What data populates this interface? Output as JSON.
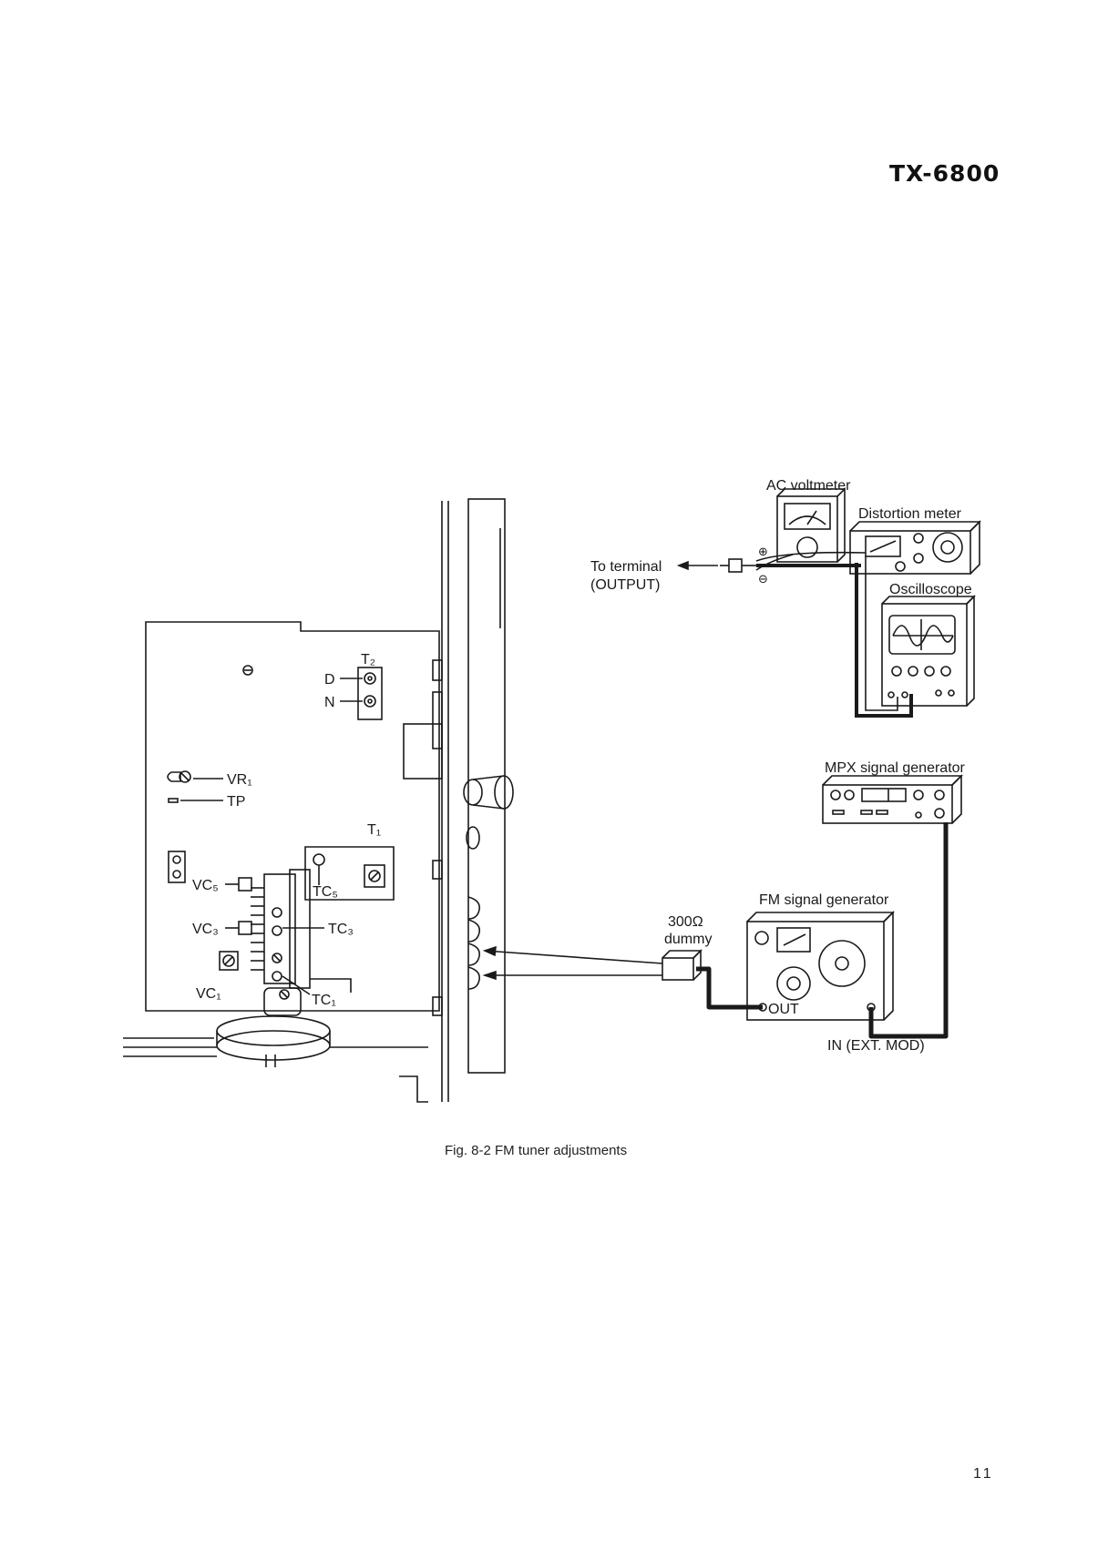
{
  "header": {
    "model": "TX-6800"
  },
  "figure": {
    "caption": "Fig. 8-2  FM tuner adjustments",
    "labels": {
      "ac_voltmeter": "AC voltmeter",
      "distortion_meter": "Distortion meter",
      "oscilloscope": "Oscilloscope",
      "to_terminal": "To terminal",
      "output": "(OUTPUT)",
      "plus": "⊕",
      "minus": "⊖",
      "mpx_generator": "MPX signal generator",
      "fm_generator": "FM signal generator",
      "dummy_value": "300Ω",
      "dummy": "dummy",
      "out": "OUT",
      "in_ext_mod": "IN (EXT. MOD)",
      "t2": "T₂",
      "d": "D",
      "n": "N",
      "vr1": "VR₁",
      "tp": "TP",
      "t1": "T₁",
      "vc5": "VC₅",
      "tc5": "TC₅",
      "vc3": "VC₃",
      "tc3": "TC₃",
      "vc1": "VC₁",
      "tc1": "TC₁"
    }
  },
  "footer": {
    "page_number": "11"
  },
  "colors": {
    "ink": "#1a1a1a",
    "paper": "#ffffff"
  }
}
